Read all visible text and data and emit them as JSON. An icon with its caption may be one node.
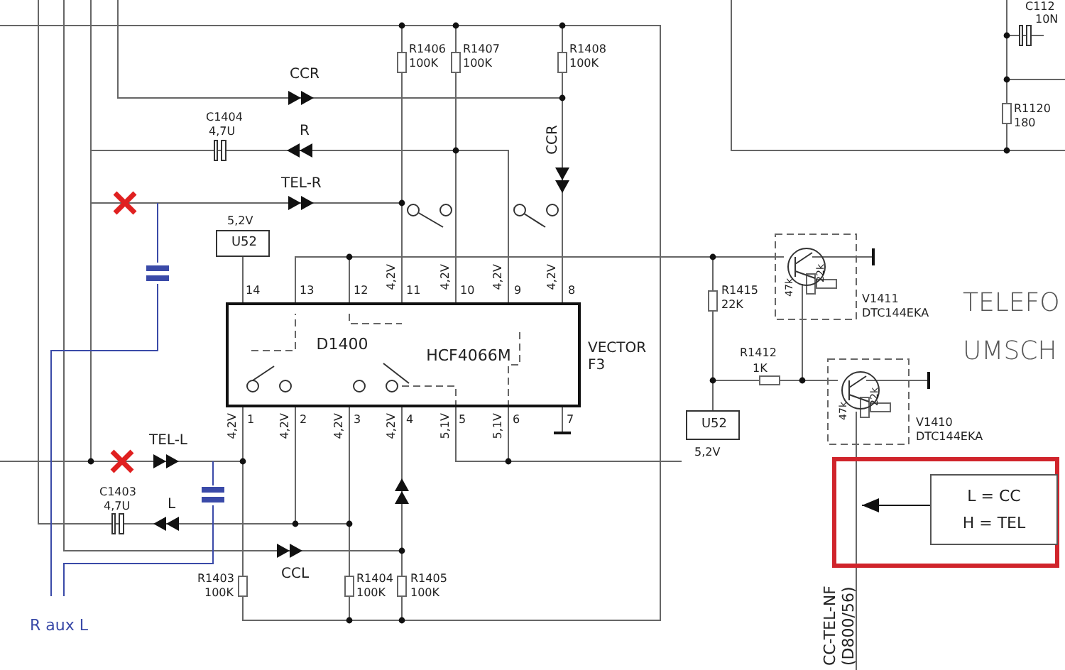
{
  "diagram": {
    "nodes": [
      {
        "text": [
          "U52"
        ]
      },
      {
        "text": [
          "D1400",
          "HCF4066M"
        ]
      },
      {
        "text": [
          "U52"
        ]
      },
      {
        "text": [],
        "shape": "box"
      },
      {
        "text": [
          "L = CC",
          "H = TEL"
        ],
        "in": 3
      }
    ],
    "edges": [
      {
        "from": 4,
        "to": null,
        "arrow": "to"
      },
      {
        "from": 0,
        "to": 1,
        "arrow": "none"
      }
    ],
    "labels": [
      "C112",
      "10N",
      "R1120",
      "180",
      "R1406",
      "100K",
      "R1407",
      "100K",
      "R1408",
      "100K",
      "CCR",
      "C1404",
      "4,7U",
      "R",
      "CCR",
      "TEL-R",
      "5,2V",
      "14",
      "13",
      "12",
      "4,2V",
      "11",
      "4,2V",
      "10",
      "4,2V",
      "9",
      "4,2V",
      "8",
      "VECTOR F3",
      "4,2V",
      "1",
      "4,2V",
      "2",
      "4,2V",
      "3",
      "4,2V",
      "4",
      "5,1V",
      "5",
      "5,1V",
      "6",
      "7",
      "TEL-L",
      "C1403",
      "4,7U",
      "L",
      "CCL",
      "R1403",
      "100K",
      "R1404",
      "100K",
      "R1405",
      "100K",
      "R aux L",
      "R1415",
      "22K",
      "47k",
      "22k",
      "V1411",
      "DTC144EKA",
      "R1412",
      "1K",
      "47k",
      "22k",
      "V1410",
      "DTC144EKA",
      "5,2V",
      "TELEFO",
      "UMSCH",
      "CC-TEL-NF (D800/56)"
    ]
  }
}
